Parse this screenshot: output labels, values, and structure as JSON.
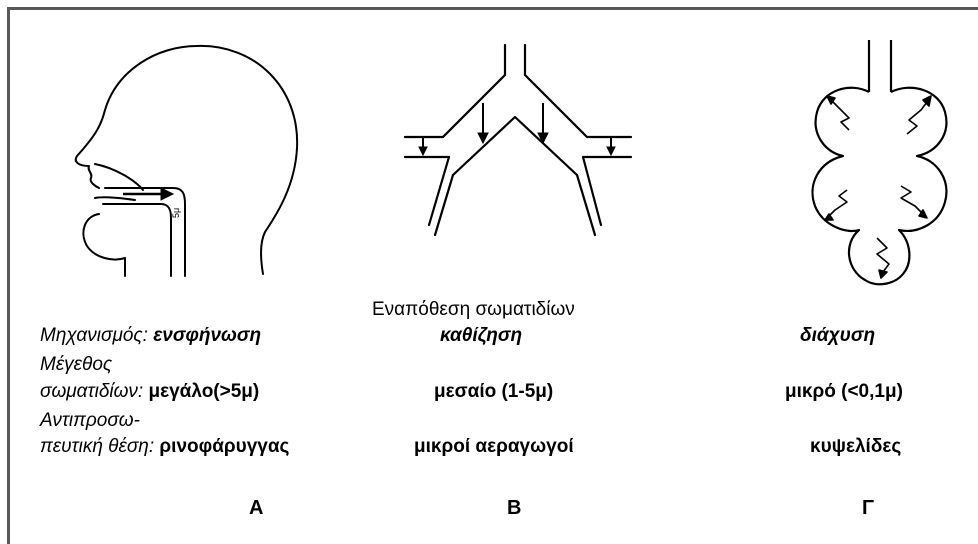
{
  "caption": "Εναπόθεση σωματιδίων",
  "rows": {
    "mechanism": {
      "label": "Μηχανισμός:",
      "a": "ενσφήνωση",
      "b": "καθίζηση",
      "c": "διάχυση"
    },
    "size": {
      "label_line1": "Μέγεθος",
      "label_line2": "σωματιδίων:",
      "a": "μεγάλο(>5μ)",
      "b": "μεσαίο (1-5μ)",
      "c": "μικρό (<0,1μ)"
    },
    "site": {
      "label_line1": "Αντιπροσω-",
      "label_line2": "πευτική θέση:",
      "a": "ρινοφάρυγγας",
      "b": "μικροί αεραγωγοί",
      "c": "κυψελίδες"
    }
  },
  "letters": [
    "A",
    "B",
    "Γ"
  ]
}
